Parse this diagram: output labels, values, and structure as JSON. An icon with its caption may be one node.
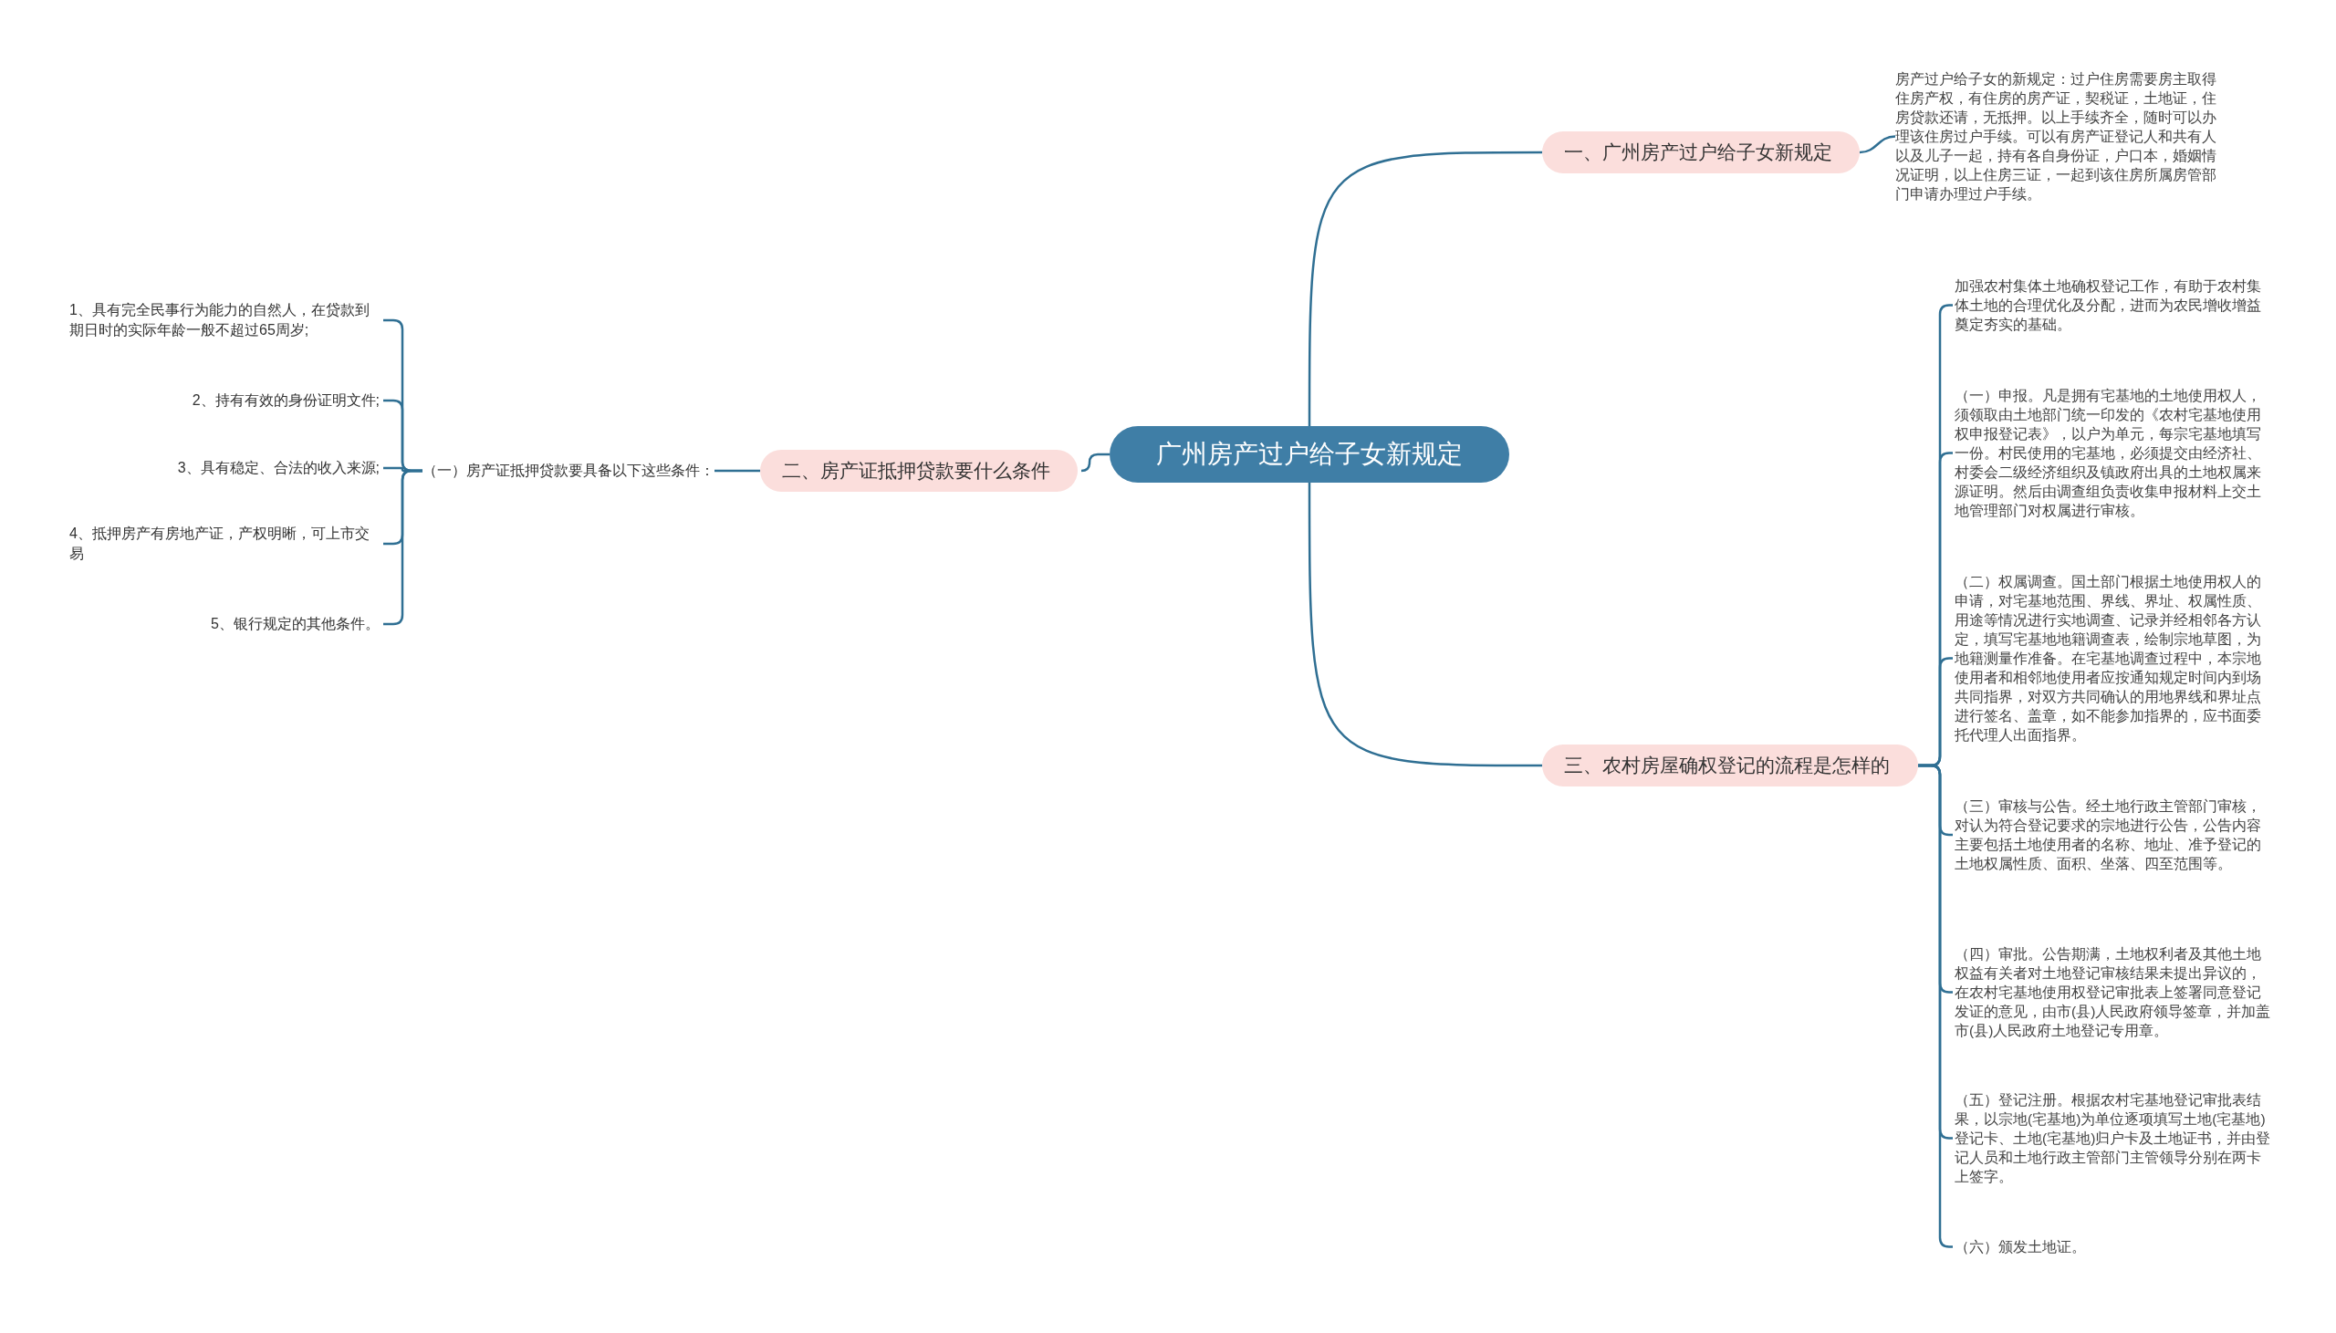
{
  "diagram": {
    "nodes": [
      {
        "text": [
          "广州房产过户给子女新规定"
        ]
      },
      {
        "text": [
          "一、广州房产过户给子女新规定"
        ]
      },
      {
        "text": [
          "房产过户给子女的新规定：过户住房需要房主取得住房产权，有住房的房产证，契税证，土地证，住房贷款还请，无抵押。以上手续齐全，随时可以办理该住房过户手续。可以有房产证登记人和共有人以及儿子一起，持有各自身份证，户口本，婚姻情况证明，以上住房三证，一起到该住房所属房管部门申请办理过户手续。"
        ]
      },
      {
        "text": [
          "二、房产证抵押贷款要什么条件"
        ]
      },
      {
        "text": [
          "（一）房产证抵押贷款要具备以下这些条件："
        ]
      },
      {
        "text": [
          "1、具有完全民事行为能力的自然人，在贷款到期日时的实际年龄一般不超过65周岁;"
        ]
      },
      {
        "text": [
          "2、持有有效的身份证明文件;"
        ]
      },
      {
        "text": [
          "3、具有稳定、合法的收入来源;"
        ]
      },
      {
        "text": [
          "4、抵押房产有房地产证，产权明晰，可上市交易"
        ]
      },
      {
        "text": [
          "5、银行规定的其他条件。"
        ]
      },
      {
        "text": [
          "三、农村房屋确权登记的流程是怎样的"
        ]
      },
      {
        "text": [
          "加强农村集体土地确权登记工作，有助于农村集体土地的合理优化及分配，进而为农民增收增益奠定夯实的基础。"
        ]
      },
      {
        "text": [
          "（一）申报。凡是拥有宅基地的土地使用权人，须领取由土地部门统一印发的《农村宅基地使用权申报登记表》，以户为单元，每宗宅基地填写一份。村民使用的宅基地，必须提交由经济社、村委会二级经济组织及镇政府出具的土地权属来源证明。然后由调查组负责收集申报材料上交土地管理部门对权属进行审核。"
        ]
      },
      {
        "text": [
          "（二）权属调查。国土部门根据土地使用权人的申请，对宅基地范围、界线、界址、权属性质、用途等情况进行实地调查、记录并经相邻各方认定，填写宅基地地籍调查表，绘制宗地草图，为地籍测量作准备。在宅基地调查过程中，本宗地使用者和相邻地使用者应按通知规定时间内到场共同指界，对双方共同确认的用地界线和界址点进行签名、盖章，如不能参加指界的，应书面委托代理人出面指界。"
        ]
      },
      {
        "text": [
          "（三）审核与公告。经土地行政主管部门审核，对认为符合登记要求的宗地进行公告，公告内容主要包括土地使用者的名称、地址、准予登记的土地权属性质、面积、坐落、四至范围等。"
        ]
      },
      {
        "text": [
          "（四）审批。公告期满，土地权利者及其他土地权益有关者对土地登记审核结果未提出异议的，在农村宅基地使用权登记审批表上签署同意登记发证的意见，由市(县)人民政府领导签章，并加盖市(县)人民政府土地登记专用章。"
        ]
      },
      {
        "text": [
          "（五）登记注册。根据农村宅基地登记审批表结果，以宗地(宅基地)为单位逐项填写土地(宅基地)登记卡、土地(宅基地)归户卡及土地证书，并由登记人员和土地行政主管部门主管领导分别在两卡上签字。"
        ]
      },
      {
        "text": [
          "（六）颁发土地证。"
        ]
      }
    ],
    "edges": [
      {
        "from": 0,
        "to": 1,
        "arrow": "none"
      },
      {
        "from": 1,
        "to": 2,
        "arrow": "none"
      },
      {
        "from": 0,
        "to": 3,
        "arrow": "none"
      },
      {
        "from": 3,
        "to": 4,
        "arrow": "none"
      },
      {
        "from": 4,
        "to": 5,
        "arrow": "none"
      },
      {
        "from": 4,
        "to": 6,
        "arrow": "none"
      },
      {
        "from": 4,
        "to": 7,
        "arrow": "none"
      },
      {
        "from": 4,
        "to": 8,
        "arrow": "none"
      },
      {
        "from": 4,
        "to": 9,
        "arrow": "none"
      },
      {
        "from": 0,
        "to": 10,
        "arrow": "none"
      },
      {
        "from": 10,
        "to": 11,
        "arrow": "none"
      },
      {
        "from": 10,
        "to": 12,
        "arrow": "none"
      },
      {
        "from": 10,
        "to": 13,
        "arrow": "none"
      },
      {
        "from": 10,
        "to": 14,
        "arrow": "none"
      },
      {
        "from": 10,
        "to": 15,
        "arrow": "none"
      },
      {
        "from": 10,
        "to": 16,
        "arrow": "none"
      },
      {
        "from": 10,
        "to": 17,
        "arrow": "none"
      }
    ]
  }
}
